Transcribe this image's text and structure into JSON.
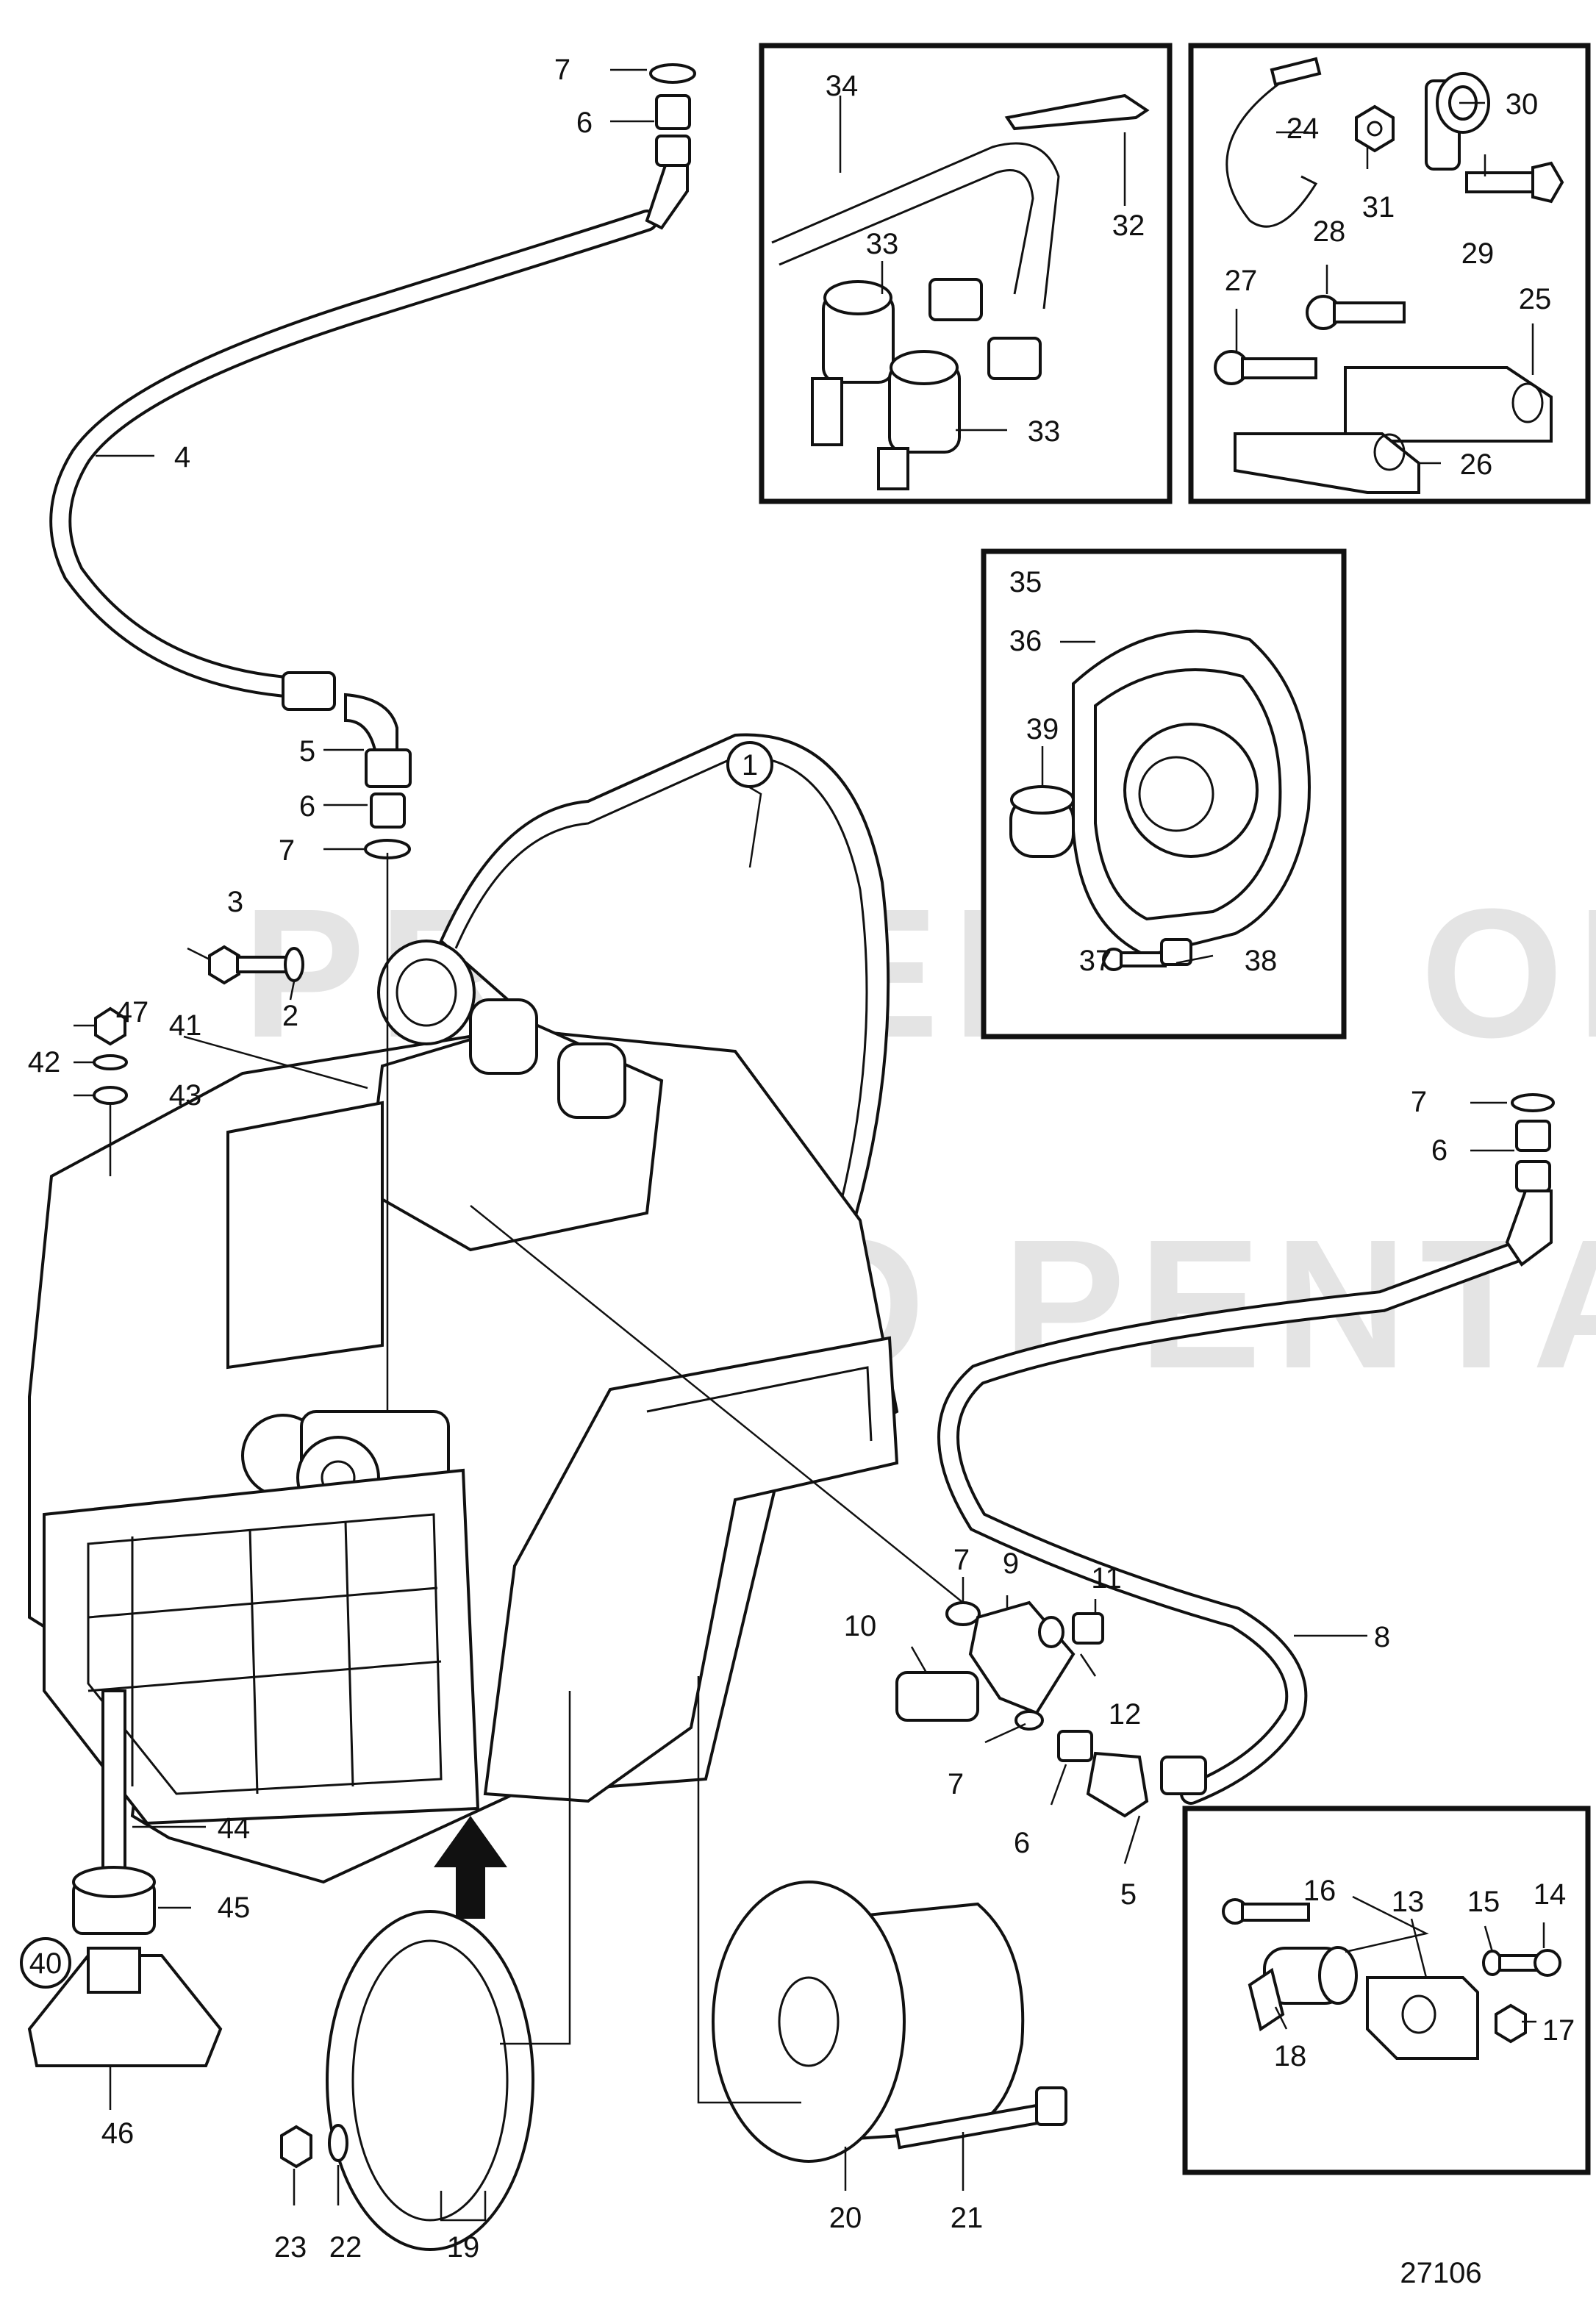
{
  "diagram_id": "27106",
  "watermark": {
    "line1": "PROPERTY OF",
    "line2": "VOLVO PENTA"
  },
  "labels": {
    "c1": "1",
    "l2": "2",
    "l3": "3",
    "l4": "4",
    "l5a": "5",
    "l5b": "5",
    "l6a": "6",
    "l6b": "6",
    "l6c": "6",
    "l6d": "6",
    "l7a": "7",
    "l7b": "7",
    "l7c": "7",
    "l7d": "7",
    "l7e": "7",
    "l8": "8",
    "l9": "9",
    "l10": "10",
    "l11": "11",
    "l12": "12",
    "l13": "13",
    "l14": "14",
    "l15": "15",
    "l16": "16",
    "l17": "17",
    "l18": "18",
    "l19": "19",
    "l20": "20",
    "l21": "21",
    "l22": "22",
    "l23": "23",
    "l24": "24",
    "l25": "25",
    "l26": "26",
    "l27": "27",
    "l28": "28",
    "l29": "29",
    "l30": "30",
    "l31": "31",
    "l32": "32",
    "l33a": "33",
    "l33b": "33",
    "l34": "34",
    "l35": "35",
    "l36": "36",
    "l37": "37",
    "l38": "38",
    "l39": "39",
    "c40": "40",
    "l41": "41",
    "l42": "42",
    "l43": "43",
    "l44": "44",
    "l45": "45",
    "l46": "46",
    "l47": "47"
  },
  "colors": {
    "line": "#111111",
    "background": "#ffffff",
    "watermark": "#000000"
  }
}
